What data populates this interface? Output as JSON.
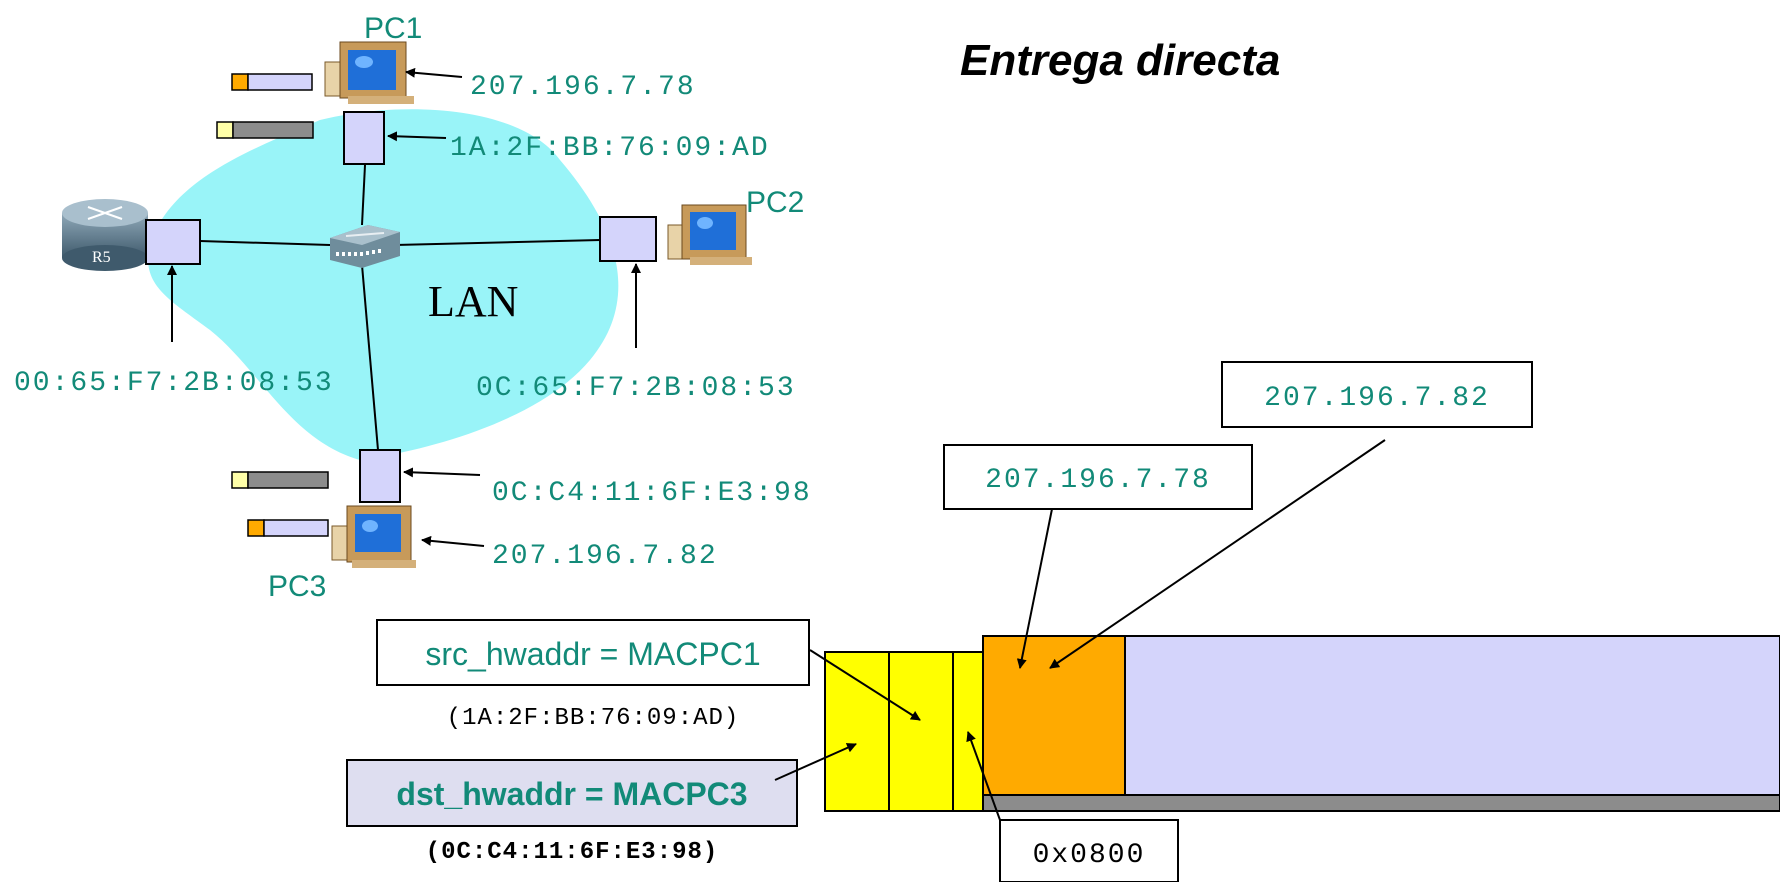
{
  "title": "Entrega directa",
  "network": {
    "lan_label": "LAN",
    "router_label": "R5",
    "pc1": {
      "name": "PC1",
      "ip": "207.196.7.78",
      "mac": "1A:2F:BB:76:09:AD"
    },
    "pc2": {
      "name": "PC2",
      "mac": "0C:65:F7:2B:08:53"
    },
    "pc3": {
      "name": "PC3",
      "ip": "207.196.7.82",
      "mac": "0C:C4:11:6F:E3:98"
    },
    "router_mac": "00:65:F7:2B:08:53"
  },
  "frame": {
    "src_label": "src_hwaddr = MACPC1",
    "src_value": "(1A:2F:BB:76:09:AD)",
    "dst_label": "dst_hwaddr = MACPC3",
    "dst_value": "(0C:C4:11:6F:E3:98)",
    "type_value": "0x0800",
    "ip_src": "207.196.7.78",
    "ip_dst": "207.196.7.82"
  },
  "colors": {
    "teal_text": "#128a78",
    "lan_fill": "#99f4f8",
    "port_fill": "#d4d4fb",
    "header_yellow": "#ffff00",
    "ip_orange": "#ffaa00",
    "payload_lavender": "#d4d4fb",
    "bar_gray": "#8c8c8c",
    "dst_box_fill": "#dedef0"
  }
}
